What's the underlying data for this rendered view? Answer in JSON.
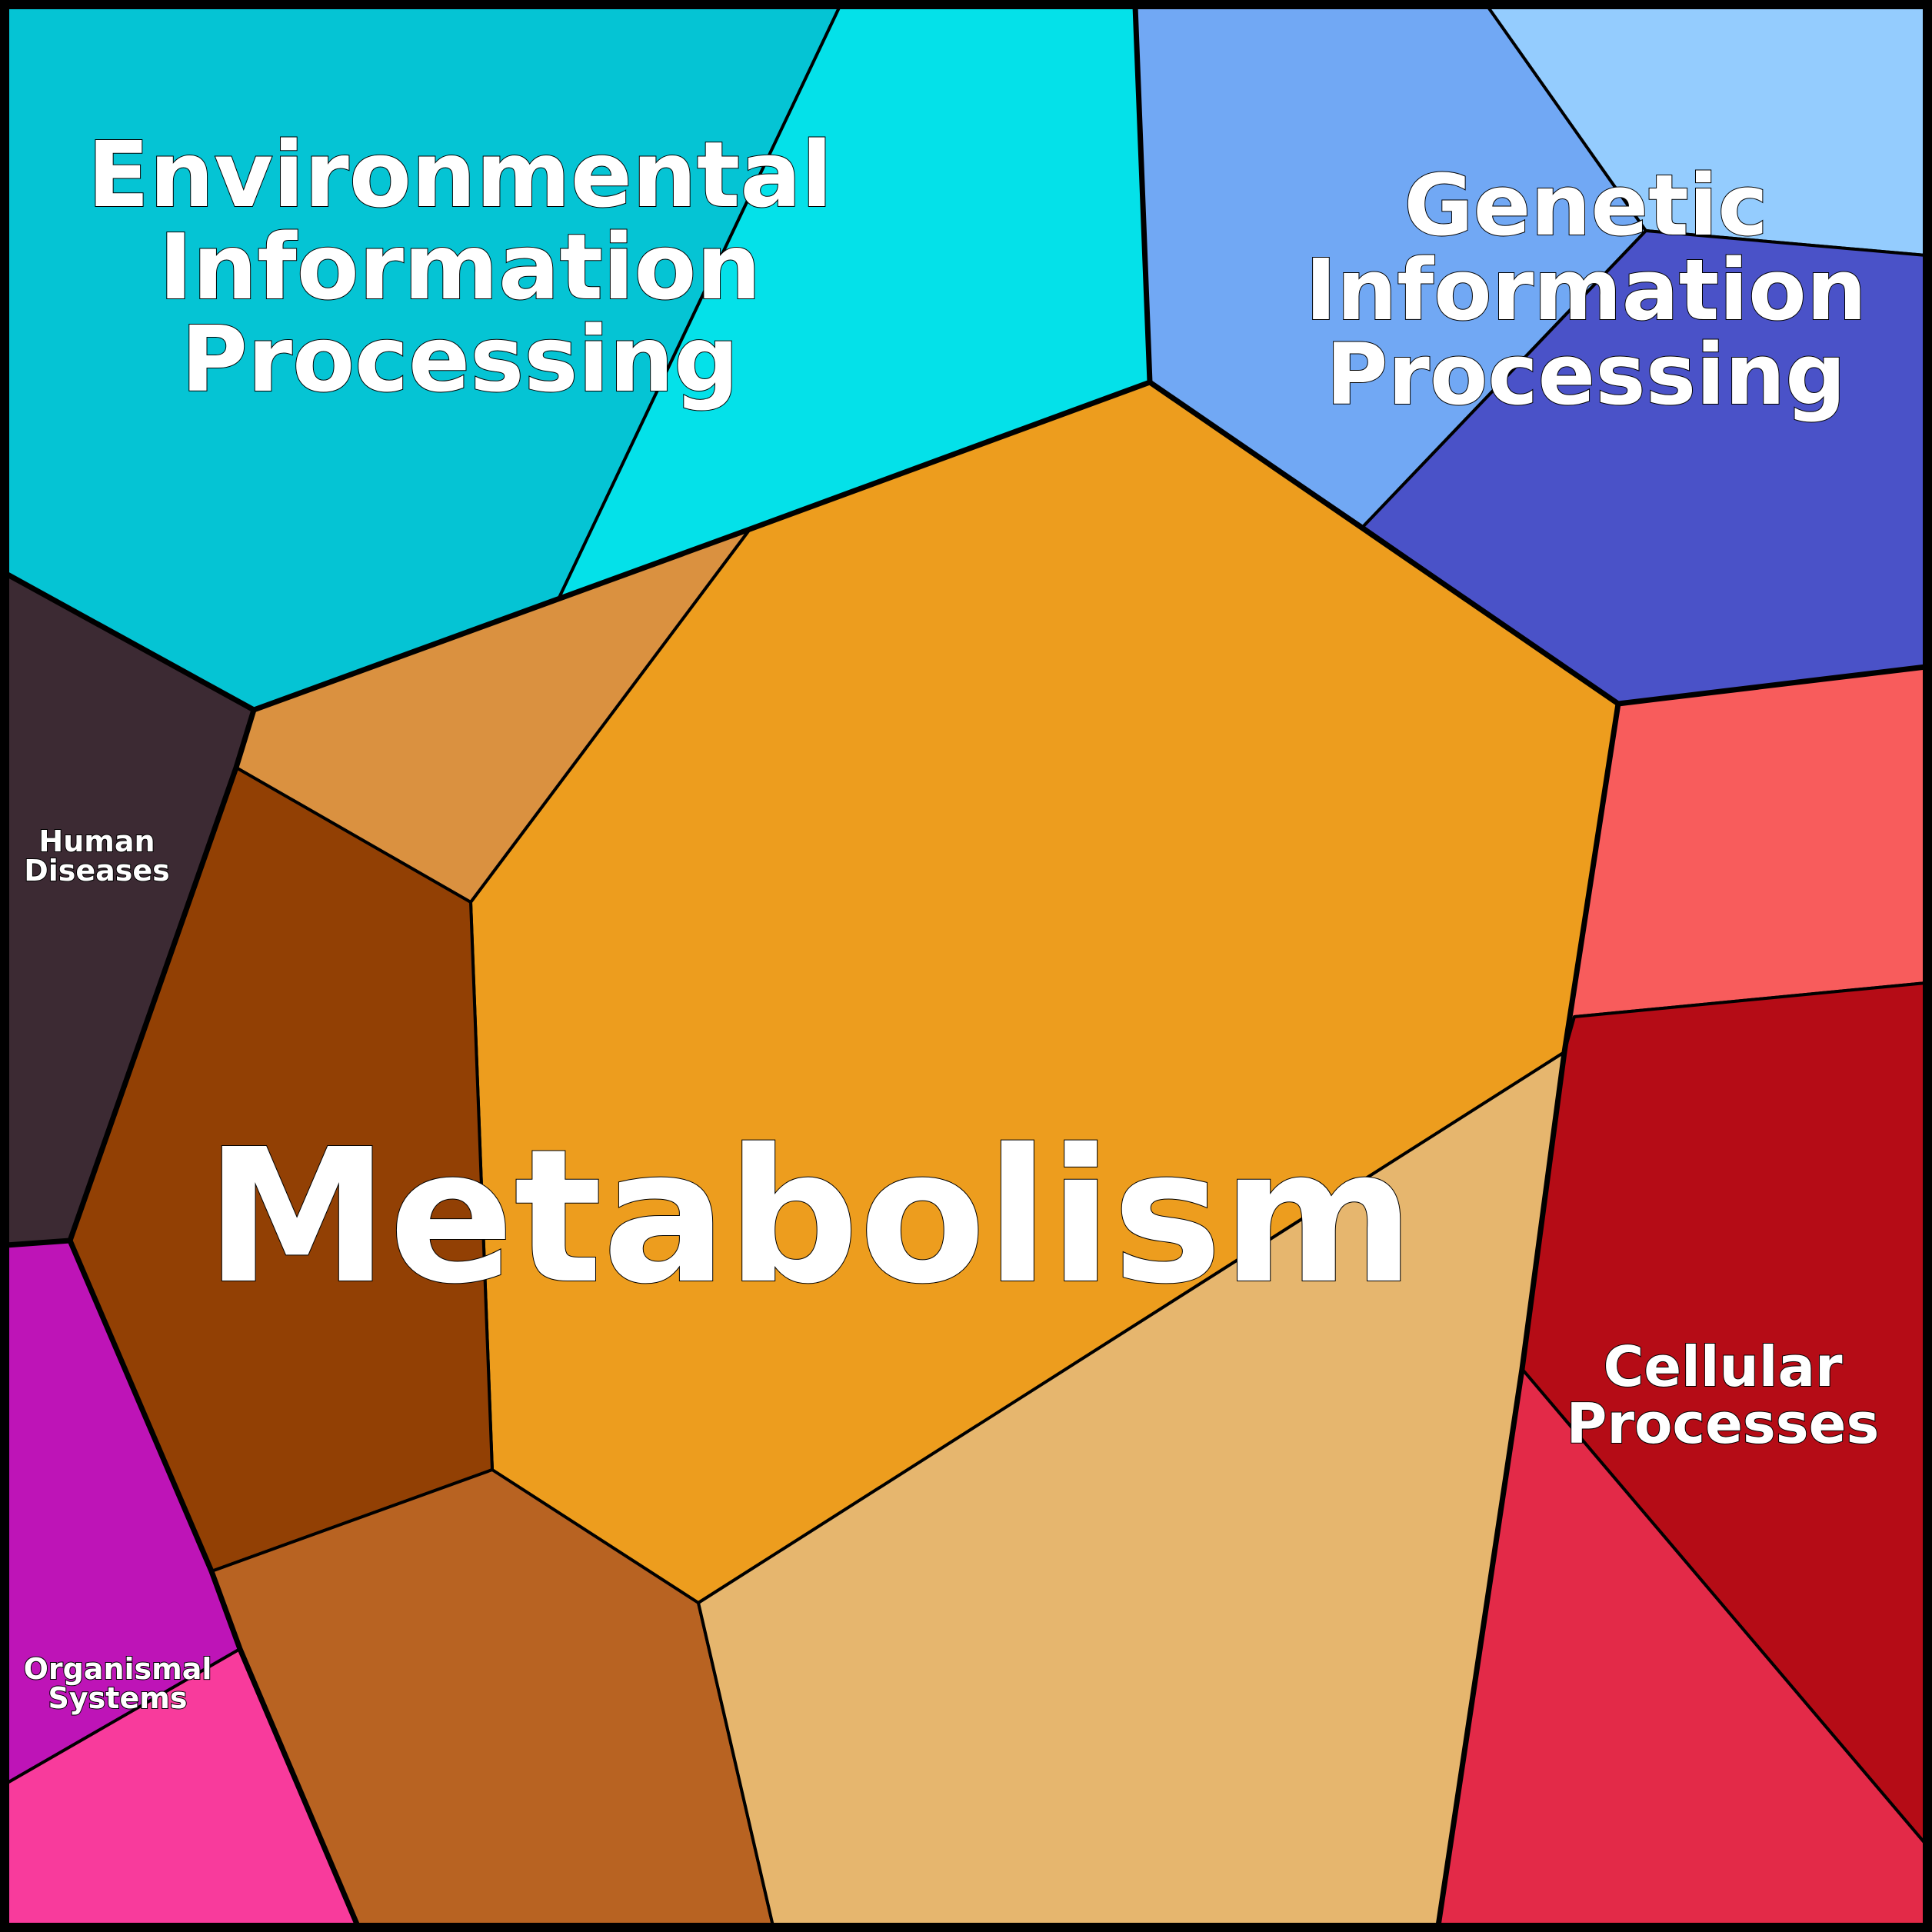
{
  "colors": {
    "env_left": "#05c4d4",
    "env_right": "#04e1e9",
    "gen_light_blue": "#71a8f4",
    "gen_pale_blue": "#94ccfe",
    "gen_indigo": "#4a52c8",
    "metabolism_main": "#ed9d1e",
    "metabolism_tan": "#da9140",
    "metabolism_brown": "#924004",
    "metabolism_rust": "#b86322",
    "metabolism_sand": "#e6b66e",
    "human_diseases": "#3c2a33",
    "organismal_magenta": "#be14b7",
    "organismal_pink": "#f83b9c",
    "cellular_salmon": "#f85c5c",
    "cellular_dark_red": "#b50c16",
    "cellular_crimson": "#e32a48",
    "label_text": "#ffffff",
    "outline": "#000000"
  },
  "labels": {
    "environmental": [
      "Environmental",
      "Information",
      "Processing"
    ],
    "genetic": [
      "Genetic",
      "Information",
      "Processing"
    ],
    "human_diseases": [
      "Human",
      "Diseases"
    ],
    "metabolism": [
      "Metabolism"
    ],
    "organismal": [
      "Organismal",
      "Systems"
    ],
    "cellular": [
      "Cellular",
      "Processes"
    ]
  }
}
